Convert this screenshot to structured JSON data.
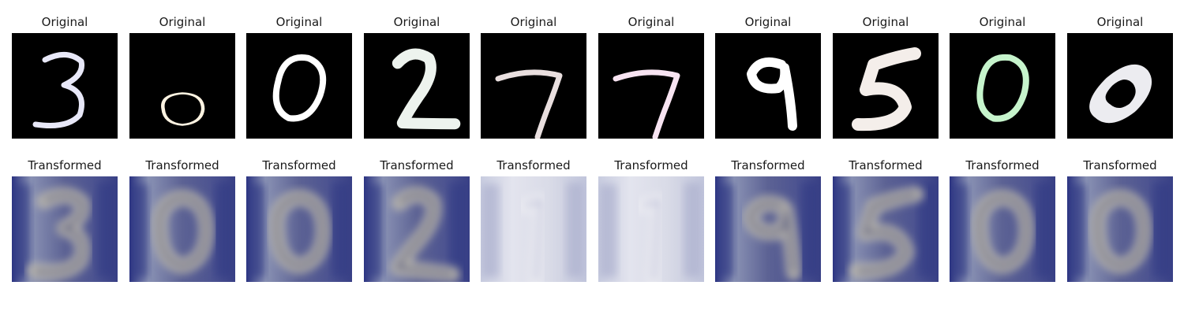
{
  "original_row": {
    "digits": [
      "3",
      "0",
      "0",
      "2",
      "7",
      "7",
      "9",
      "5",
      "0",
      "0"
    ],
    "stroke_colors": [
      "#e8e8f8",
      "#fff4e2",
      "#ffffff",
      "#edf3ee",
      "#e9dfdf",
      "#f8e4f2",
      "#ffffff",
      "#f4eeea",
      "#c6f4cc",
      "#ececf0"
    ],
    "background": "#000000",
    "title": "Original"
  },
  "transformed_row": {
    "glyphs": [
      "3",
      "0",
      "0",
      "2",
      "1",
      "1",
      "9",
      "5",
      "0",
      "0"
    ],
    "tone": [
      "dark",
      "dark",
      "dark",
      "dark",
      "light",
      "light",
      "dark",
      "dark",
      "dark",
      "dark"
    ],
    "title": "Transformed"
  },
  "colors": {
    "dark_base": "#656a9c",
    "dark_accent": "#2c3482",
    "light_base": "#d6d8e6",
    "light_accent": "#8a8fba",
    "glyph_fill": "#c7c2b0"
  }
}
